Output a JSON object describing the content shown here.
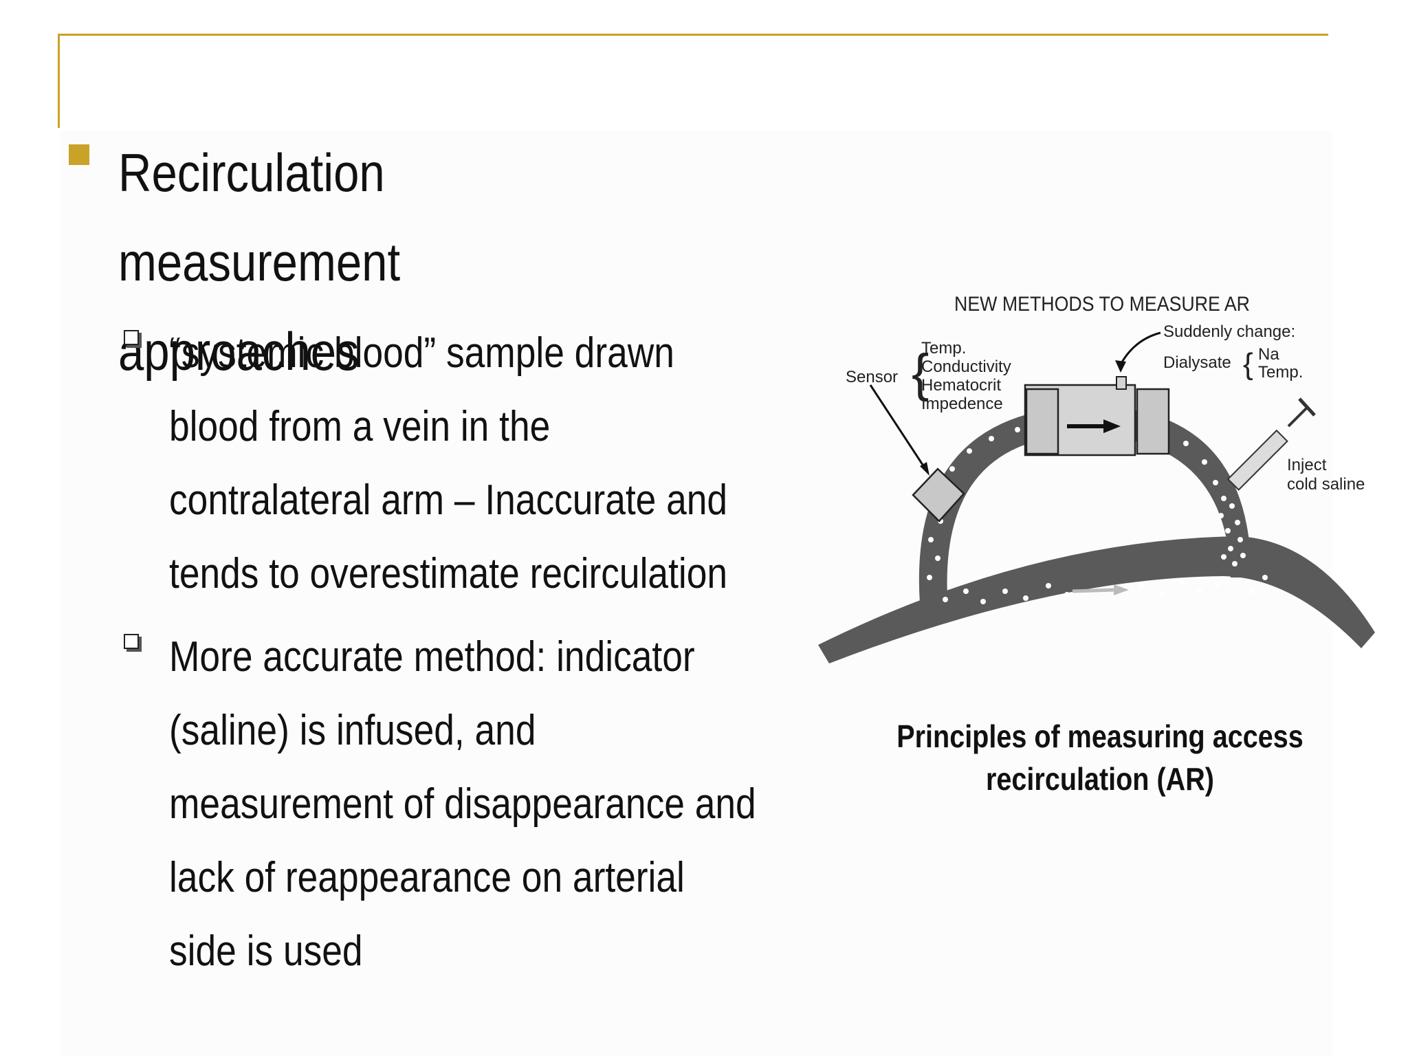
{
  "slide": {
    "heading": "Recirculation measurement approaches",
    "sub_bullets": [
      {
        "text": "“systemic blood” sample drawn blood from a vein in the contralateral arm – Inaccurate and tends to overestimate recirculation"
      },
      {
        "text": "More accurate method:  indicator (saline) is infused, and measurement of disappearance and lack of reappearance on arterial side is used"
      }
    ],
    "caption": "Principles of measuring access recirculation (AR)",
    "accent_color": "#c9a227"
  },
  "diagram": {
    "title": "NEW METHODS TO MEASURE AR",
    "sensor_label": "Sensor",
    "sensor_params": [
      "Temp.",
      "Conductivity",
      "Hematocrit",
      "Impedence"
    ],
    "change_label": "Suddenly change:",
    "dialysate_label": "Dialysate",
    "dialysate_params": [
      "Na",
      "Temp."
    ],
    "inject_label": [
      "Inject",
      "cold saline"
    ]
  }
}
